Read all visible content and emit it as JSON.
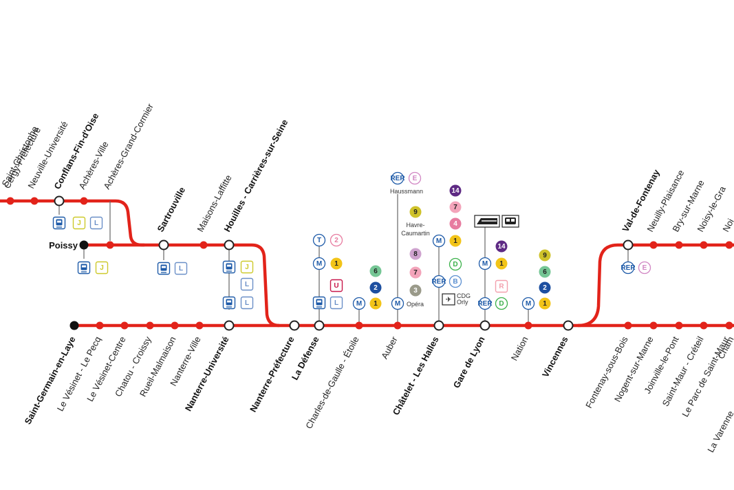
{
  "colors": {
    "line": "#e2231a",
    "metro": "#1d5aa8",
    "m1": "#f2c418",
    "m2": "#1d4fa0",
    "m3": "#9a9a8a",
    "m4": "#e77ca0",
    "m6": "#75c695",
    "m7": "#f3a4ba",
    "m8": "#cfa3cf",
    "m9": "#cfc22a",
    "m14": "#5e2a84",
    "rerB": "#5b8fd0",
    "rerD": "#3bb14a",
    "rerE": "#d186c3",
    "tram": "#1d5aa8",
    "transilienJ": "#cdc92a",
    "transilienL": "#6a8fc7",
    "transilienU": "#c8174a",
    "transilienR": "#f3a0ad"
  },
  "stations": {
    "saint_christophe": "Saint-Christophe",
    "cergy_prefecture": "Cergy-Préfecture",
    "neuville_universite": "Neuville-Université",
    "conflans": "Conflans-Fin-d'Oise",
    "acheres_ville": "Achères-Ville",
    "acheres_grand_cormier": "Achères-Grand-Cormier",
    "poissy": "Poissy",
    "sartrouville": "Sartrouville",
    "maisons_laffitte": "Maisons-Laffitte",
    "houilles": "Houilles - Carrières-sur-Seine",
    "saint_germain": "Saint-Germain-en-Laye",
    "vesinet_pecq": "Le Vésinet - Le Pecq",
    "vesinet_centre": "Le Vésinet-Centre",
    "chatou": "Chatou - Croissy",
    "rueil": "Rueil-Malmaison",
    "nanterre_ville": "Nanterre-Ville",
    "nanterre_universite": "Nanterre-Université",
    "nanterre_prefecture": "Nanterre-Préfecture",
    "la_defense": "La Défense",
    "cdg_etoile": "Charles-de-Gaulle - Étoile",
    "auber": "Auber",
    "chatelet": "Châtelet - Les Halles",
    "gare_de_lyon": "Gare de Lyon",
    "nation": "Nation",
    "vincennes": "Vincennes",
    "fontenay": "Fontenay-sous-Bois",
    "nogent": "Nogent-sur-Marne",
    "joinville": "Joinville-le-Pont",
    "saint_maur_creteil": "Saint-Maur - Créteil",
    "parc_saint_maur": "Le Parc de Saint-Maur",
    "champigny": "Cham",
    "la_varenne": "La Varenne",
    "val_de_fontenay": "Val-de-Fontenay",
    "neuilly_plaisance": "Neuilly-Plaisance",
    "bry_sur_marne": "Bry-sur-Marne",
    "noisy_le_grand": "Noisy-le-Gra",
    "noisy_champs": "Noi"
  },
  "connections": {
    "haussmann": "Haussmann",
    "havre_caumartin": "Havre-\nCaumartin",
    "havre_1": "Havre-",
    "havre_2": "Caumartin",
    "opera": "Opéra",
    "cdg": "CDG",
    "orly": "Orly",
    "rer": "RER",
    "metro": "M",
    "tram": "T",
    "t2": "2",
    "j": "J",
    "l": "L",
    "u": "U",
    "r": "R",
    "b": "B",
    "d": "D",
    "e": "E",
    "n1": "1",
    "n2": "2",
    "n3": "3",
    "n4": "4",
    "n6": "6",
    "n7": "7",
    "n8": "8",
    "n9": "9",
    "n14": "14"
  }
}
